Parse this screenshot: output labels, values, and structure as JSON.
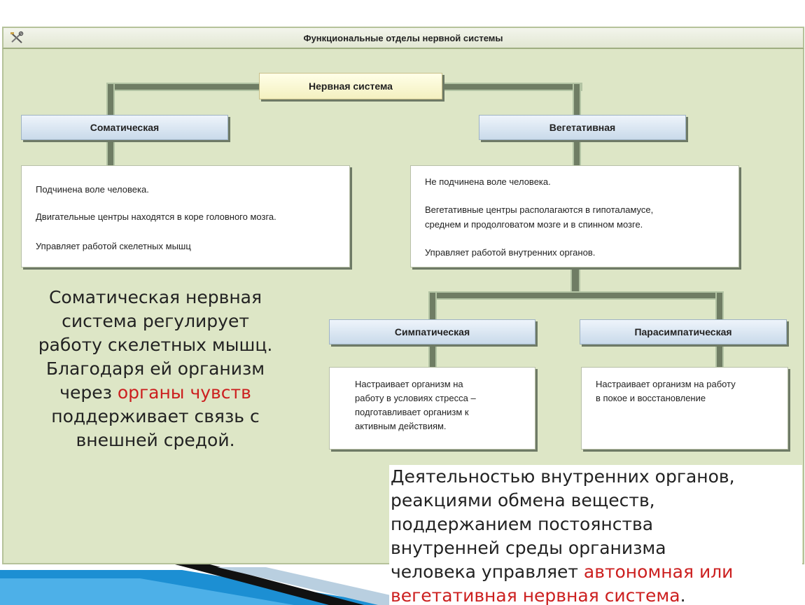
{
  "window": {
    "title": "Функциональные отделы нервной системы",
    "icon": "tools-icon"
  },
  "diagram": {
    "root": "Нервная система",
    "somatic": {
      "label": "Соматическая",
      "lines": [
        "Подчинена воле человека.",
        "Двигательные центры находятся в коре головного мозга.",
        "Управляет работой скелетных мышц"
      ]
    },
    "vegetative": {
      "label": "Вегетативная",
      "lines": [
        "Не подчинена воле человека.",
        "Вегетативные  центры располагаются в гипоталамусе,",
        "среднем и продолговатом мозге и в спинном мозге.",
        "Управляет работой внутренних органов."
      ]
    },
    "sympathetic": {
      "label": "Симпатическая",
      "lines": [
        "Настраивает организм на",
        "работу в условиях стресса –",
        "подготавливает организм к",
        "активным действиям."
      ]
    },
    "parasympathetic": {
      "label": "Парасимпатическая",
      "lines": [
        "Настраивает организм на работу",
        "в покое и восстановление"
      ]
    }
  },
  "notes": {
    "somatic": {
      "l1": "Соматическая нервная",
      "l2": "система регулирует",
      "l3": "работу скелетных мышц.",
      "l4": "Благодаря ей организм",
      "l5_a": "через ",
      "l5_b": "органы чувств",
      "l6": "поддерживает связь с",
      "l7": "внешней средой."
    },
    "autonomic": {
      "l1": "Деятельностью внутренних органов,",
      "l2": "реакциями обмена веществ,",
      "l3": "поддержанием постоянства",
      "l4": "внутренней среды организма",
      "l5_a": "человека  управляет ",
      "l5_b": "автономная или",
      "l6_a": "вегетативная нервная система",
      "l6_b": "."
    }
  },
  "colors": {
    "panel": "#dde6c6",
    "connector": "#6f7d64",
    "header_box": "#c9daea",
    "accent_red": "#cc1f1f"
  }
}
